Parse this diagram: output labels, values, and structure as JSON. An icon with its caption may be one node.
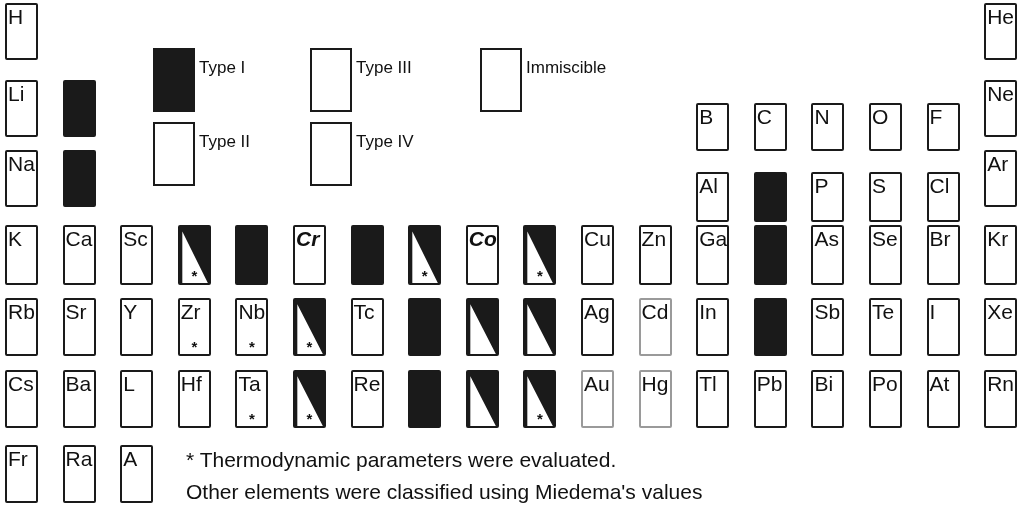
{
  "diagram": {
    "nodes": [
      {
        "text": [
          "H"
        ]
      },
      {
        "text": [
          "He"
        ]
      },
      {
        "text": [
          "Li"
        ]
      },
      {
        "text": [],
        "shape": "box"
      },
      {
        "text": [
          "B"
        ]
      },
      {
        "text": [
          "C"
        ]
      },
      {
        "text": [
          "N"
        ]
      },
      {
        "text": [
          "O"
        ]
      },
      {
        "text": [
          "F"
        ]
      },
      {
        "text": [
          "Ne"
        ]
      },
      {
        "text": [
          "Na"
        ]
      },
      {
        "text": [],
        "shape": "box"
      },
      {
        "text": [
          "Al"
        ]
      },
      {
        "text": [],
        "shape": "box"
      },
      {
        "text": [
          "P"
        ]
      },
      {
        "text": [
          "S"
        ]
      },
      {
        "text": [
          "Cl"
        ]
      },
      {
        "text": [
          "Ar"
        ]
      },
      {
        "text": [
          "K"
        ]
      },
      {
        "text": [
          "Ca"
        ]
      },
      {
        "text": [
          "Sc"
        ]
      },
      {
        "text": [
          "*"
        ]
      },
      {
        "text": [],
        "shape": "box"
      },
      {
        "text": [
          "Cr"
        ]
      },
      {
        "text": [],
        "shape": "box"
      },
      {
        "text": [
          "*"
        ]
      },
      {
        "text": [
          "Co"
        ]
      },
      {
        "text": [
          "*"
        ]
      },
      {
        "text": [
          "Cu"
        ]
      },
      {
        "text": [
          "Zn"
        ]
      },
      {
        "text": [
          "Ga"
        ]
      },
      {
        "text": [],
        "shape": "box"
      },
      {
        "text": [
          "As"
        ]
      },
      {
        "text": [
          "Se"
        ]
      },
      {
        "text": [
          "Br"
        ]
      },
      {
        "text": [
          "Kr"
        ]
      },
      {
        "text": [
          "Rb"
        ]
      },
      {
        "text": [
          "Sr"
        ]
      },
      {
        "text": [
          "Y"
        ]
      },
      {
        "text": [
          "Zr",
          "*"
        ]
      },
      {
        "text": [
          "Nb",
          "*"
        ]
      },
      {
        "text": [
          "*"
        ]
      },
      {
        "text": [
          "Tc"
        ]
      },
      {
        "text": [],
        "shape": "box"
      },
      {
        "text": [],
        "shape": "box"
      },
      {
        "text": [],
        "shape": "box"
      },
      {
        "text": [
          "Ag"
        ]
      },
      {
        "text": [
          "Cd"
        ]
      },
      {
        "text": [
          "In"
        ]
      },
      {
        "text": [],
        "shape": "box"
      },
      {
        "text": [
          "Sb"
        ]
      },
      {
        "text": [
          "Te"
        ]
      },
      {
        "text": [
          "I"
        ]
      },
      {
        "text": [
          "Xe"
        ]
      },
      {
        "text": [
          "Cs"
        ]
      },
      {
        "text": [
          "Ba"
        ]
      },
      {
        "text": [
          "L"
        ]
      },
      {
        "text": [
          "Hf"
        ]
      },
      {
        "text": [
          "Ta",
          "*"
        ]
      },
      {
        "text": [
          "*"
        ]
      },
      {
        "text": [
          "Re"
        ]
      },
      {
        "text": [],
        "shape": "box"
      },
      {
        "text": [],
        "shape": "box"
      },
      {
        "text": [
          "*"
        ]
      },
      {
        "text": [
          "Au"
        ]
      },
      {
        "text": [
          "Hg"
        ]
      },
      {
        "text": [
          "Tl"
        ]
      },
      {
        "text": [
          "Pb"
        ]
      },
      {
        "text": [
          "Bi"
        ]
      },
      {
        "text": [
          "Po"
        ]
      },
      {
        "text": [
          "At"
        ]
      },
      {
        "text": [
          "Rn"
        ]
      },
      {
        "text": [
          "Fr"
        ]
      },
      {
        "text": [
          "Ra"
        ]
      },
      {
        "text": [
          "A"
        ]
      }
    ],
    "labels": [
      "* Thermodynamic parameters were evaluated.",
      "Other elements were classified using Miedema's values"
    ],
    "legend": [
      {
        "text": "Type I",
        "color": "#1a1a1a"
      },
      {
        "text": "Type III",
        "color": "#ffffff"
      },
      {
        "text": "Immiscible",
        "color": "#ffffff"
      },
      {
        "text": "Type II",
        "color": "#ffffff"
      },
      {
        "text": "Type IV",
        "color": "#ffffff"
      }
    ]
  }
}
